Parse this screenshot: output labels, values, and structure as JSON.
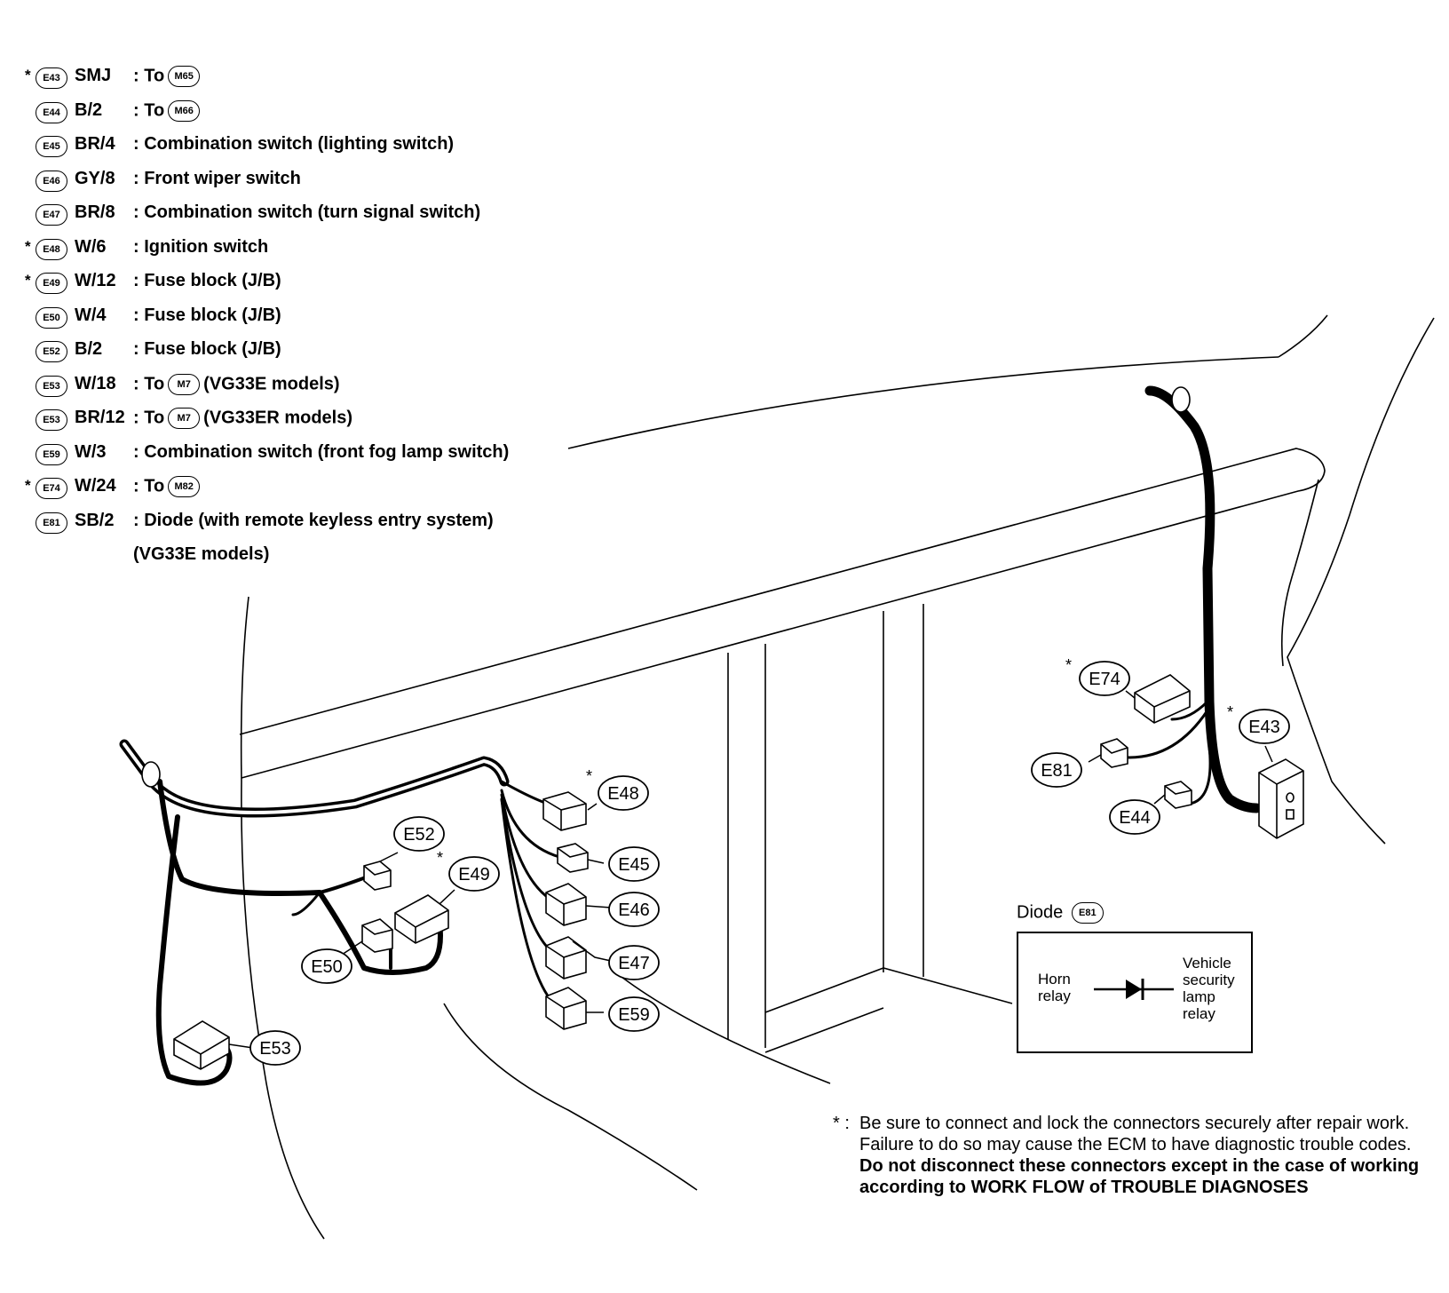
{
  "legend": [
    {
      "star": "*",
      "badge": "E43",
      "code": "SMJ",
      "prefix": ": To",
      "ref": "M65",
      "suffix": ""
    },
    {
      "star": "",
      "badge": "E44",
      "code": "B/2",
      "prefix": ": To",
      "ref": "M66",
      "suffix": ""
    },
    {
      "star": "",
      "badge": "E45",
      "code": "BR/4",
      "prefix": ": Combination switch (lighting switch)",
      "ref": "",
      "suffix": ""
    },
    {
      "star": "",
      "badge": "E46",
      "code": "GY/8",
      "prefix": ": Front wiper switch",
      "ref": "",
      "suffix": ""
    },
    {
      "star": "",
      "badge": "E47",
      "code": "BR/8",
      "prefix": ": Combination switch (turn signal switch)",
      "ref": "",
      "suffix": ""
    },
    {
      "star": "*",
      "badge": "E48",
      "code": "W/6",
      "prefix": ": Ignition switch",
      "ref": "",
      "suffix": ""
    },
    {
      "star": "*",
      "badge": "E49",
      "code": "W/12",
      "prefix": ": Fuse block (J/B)",
      "ref": "",
      "suffix": ""
    },
    {
      "star": "",
      "badge": "E50",
      "code": "W/4",
      "prefix": ": Fuse block (J/B)",
      "ref": "",
      "suffix": ""
    },
    {
      "star": "",
      "badge": "E52",
      "code": "B/2",
      "prefix": ": Fuse block (J/B)",
      "ref": "",
      "suffix": ""
    },
    {
      "star": "",
      "badge": "E53",
      "code": "W/18",
      "prefix": ": To",
      "ref": "M7",
      "suffix": "(VG33E models)"
    },
    {
      "star": "",
      "badge": "E53",
      "code": "BR/12",
      "prefix": ": To",
      "ref": "M7",
      "suffix": "(VG33ER models)"
    },
    {
      "star": "",
      "badge": "E59",
      "code": "W/3",
      "prefix": ": Combination switch (front fog lamp switch)",
      "ref": "",
      "suffix": ""
    },
    {
      "star": "*",
      "badge": "E74",
      "code": "W/24",
      "prefix": ": To",
      "ref": "M82",
      "suffix": ""
    },
    {
      "star": "",
      "badge": "E81",
      "code": "SB/2",
      "prefix": ": Diode (with remote keyless entry system)",
      "ref": "",
      "suffix": ""
    },
    {
      "star": "",
      "badge": "",
      "code": "",
      "prefix": "(VG33E models)",
      "ref": "",
      "suffix": ""
    }
  ],
  "labels": {
    "e48": "E48",
    "e48_star": "*",
    "e45": "E45",
    "e46": "E46",
    "e47": "E47",
    "e59": "E59",
    "e52": "E52",
    "e49": "E49",
    "e49_star": "*",
    "e50": "E50",
    "e53": "E53",
    "e74": "E74",
    "e74_star": "*",
    "e43": "E43",
    "e43_star": "*",
    "e81": "E81",
    "e44": "E44"
  },
  "diode": {
    "title": "Diode",
    "badge": "E81",
    "left_label": [
      "Horn",
      "relay"
    ],
    "right_label": [
      "Vehicle",
      "security",
      "lamp",
      "relay"
    ]
  },
  "note": {
    "star": "* :",
    "text": "Be sure to connect and lock the connectors securely after repair work. Failure to do so may cause the ECM to have diagnostic trouble codes.",
    "bold": "Do not disconnect these connectors except in the case of working according to WORK FLOW of TROUBLE DIAGNOSES"
  }
}
